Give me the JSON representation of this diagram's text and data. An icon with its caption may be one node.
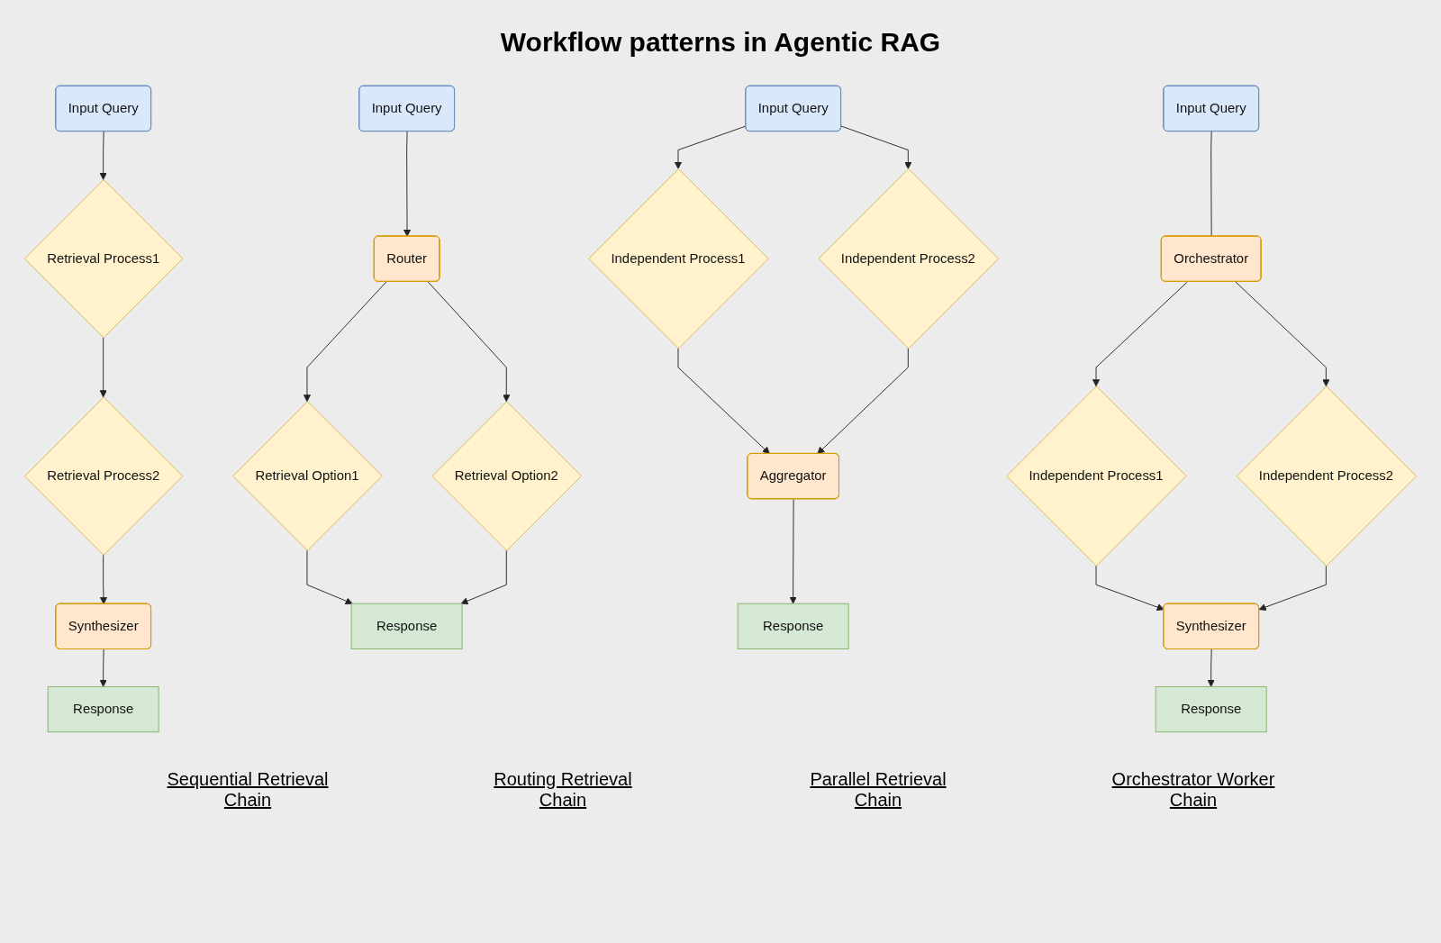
{
  "diagram": {
    "title": "Workflow patterns in Agentic RAG",
    "nodes": [
      {
        "text": [
          "Input Query"
        ]
      },
      {
        "text": [
          "Retrieval Process1"
        ]
      },
      {
        "text": [
          "Retrieval Process2"
        ]
      },
      {
        "text": [
          "Synthesizer"
        ]
      },
      {
        "text": [
          "Response"
        ]
      },
      {
        "text": [
          "Input Query"
        ]
      },
      {
        "text": [
          "Router"
        ]
      },
      {
        "text": [
          "Retrieval Option1"
        ]
      },
      {
        "text": [
          "Retrieval Option2"
        ]
      },
      {
        "text": [
          "Response"
        ]
      },
      {
        "text": [
          "Input Query"
        ]
      },
      {
        "text": [
          "Independent Process1"
        ]
      },
      {
        "text": [
          "Independent Process2"
        ]
      },
      {
        "text": [
          "Aggregator"
        ]
      },
      {
        "text": [
          "Response"
        ]
      },
      {
        "text": [
          "Input Query"
        ]
      },
      {
        "text": [
          "Orchestrator"
        ]
      },
      {
        "text": [
          "Independent Process1"
        ]
      },
      {
        "text": [
          "Independent Process2"
        ]
      },
      {
        "text": [
          "Synthesizer"
        ]
      },
      {
        "text": [
          "Response"
        ]
      }
    ],
    "edges": [
      {
        "from": 0,
        "to": 1,
        "arrow": "to"
      },
      {
        "from": 1,
        "to": 2,
        "arrow": "to"
      },
      {
        "from": 2,
        "to": 3,
        "arrow": "to"
      },
      {
        "from": 3,
        "to": 4,
        "arrow": "to"
      },
      {
        "from": 5,
        "to": 6,
        "arrow": "to"
      },
      {
        "from": 6,
        "to": 7,
        "arrow": "to"
      },
      {
        "from": 6,
        "to": 8,
        "arrow": "to"
      },
      {
        "from": 7,
        "to": 9,
        "arrow": "to"
      },
      {
        "from": 8,
        "to": 9,
        "arrow": "to"
      },
      {
        "from": 10,
        "to": 11,
        "arrow": "to"
      },
      {
        "from": 10,
        "to": 12,
        "arrow": "to"
      },
      {
        "from": 11,
        "to": 13,
        "arrow": "to"
      },
      {
        "from": 12,
        "to": 13,
        "arrow": "to"
      },
      {
        "from": 13,
        "to": 14,
        "arrow": "to"
      },
      {
        "from": 15,
        "to": 16,
        "arrow": "none"
      },
      {
        "from": 16,
        "to": 17,
        "arrow": "to"
      },
      {
        "from": 16,
        "to": 18,
        "arrow": "to"
      },
      {
        "from": 17,
        "to": 19,
        "arrow": "to"
      },
      {
        "from": 18,
        "to": 19,
        "arrow": "to"
      },
      {
        "from": 19,
        "to": 20,
        "arrow": "to"
      }
    ],
    "labels": [
      "Sequential Retrieval Chain",
      "Routing Retrieval Chain",
      "Parallel Retrieval Chain",
      "Orchestrator Worker Chain"
    ]
  }
}
